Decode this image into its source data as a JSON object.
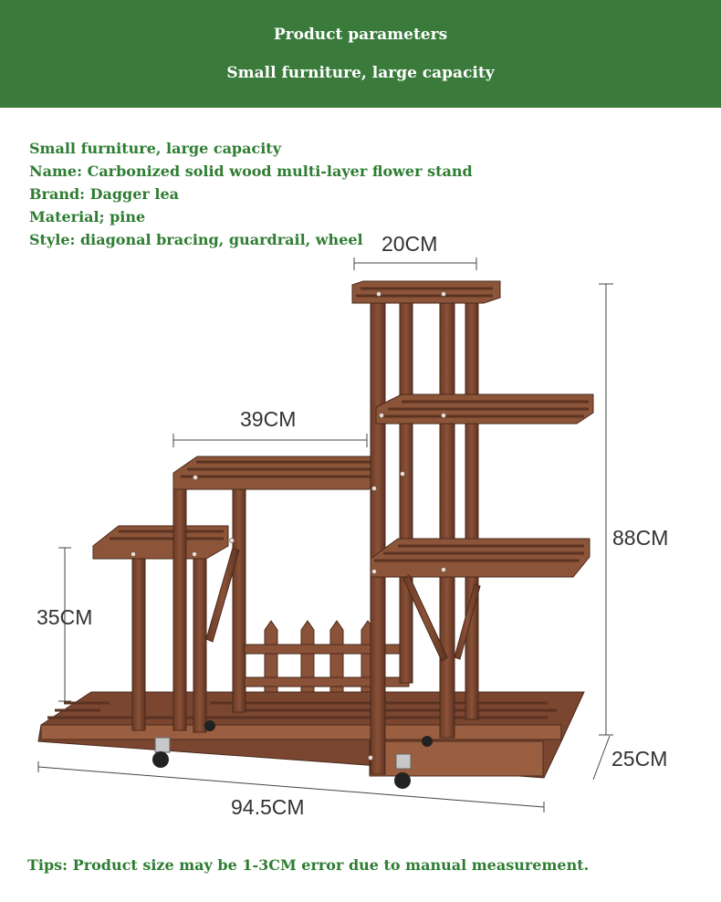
{
  "banner": {
    "title": "Product parameters",
    "subtitle": "Small furniture, large capacity"
  },
  "specs": [
    "Small furniture, large capacity",
    "Name: Carbonized solid wood multi-layer flower stand",
    "Brand: Dagger lea",
    "Material; pine",
    "Style: diagonal bracing, guardrail, wheel"
  ],
  "dimensions": {
    "top_width": "20CM",
    "middle_width": "39CM",
    "lower_height": "35CM",
    "total_height": "88CM",
    "depth": "25CM",
    "total_length": "94.5CM"
  },
  "tip": "Tips: Product size may be 1-3CM error due to manual measurement.",
  "colors": {
    "banner": "#3a7b3c",
    "text_green": "#2e7d32",
    "wood": "#7a4630",
    "wood_dark": "#5b3322"
  }
}
